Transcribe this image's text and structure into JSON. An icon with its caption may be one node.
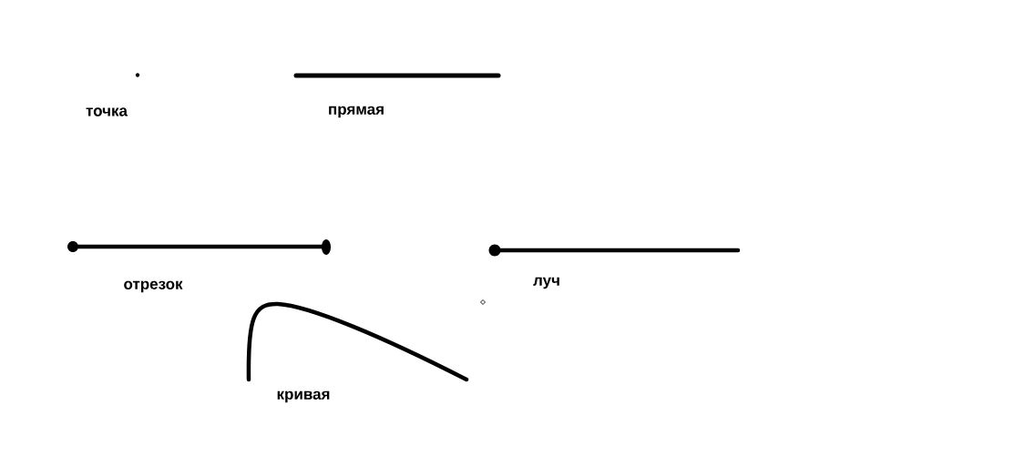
{
  "diagram": {
    "labels": [
      "точка",
      "прямая",
      "отрезок",
      "луч",
      "кривая"
    ]
  }
}
